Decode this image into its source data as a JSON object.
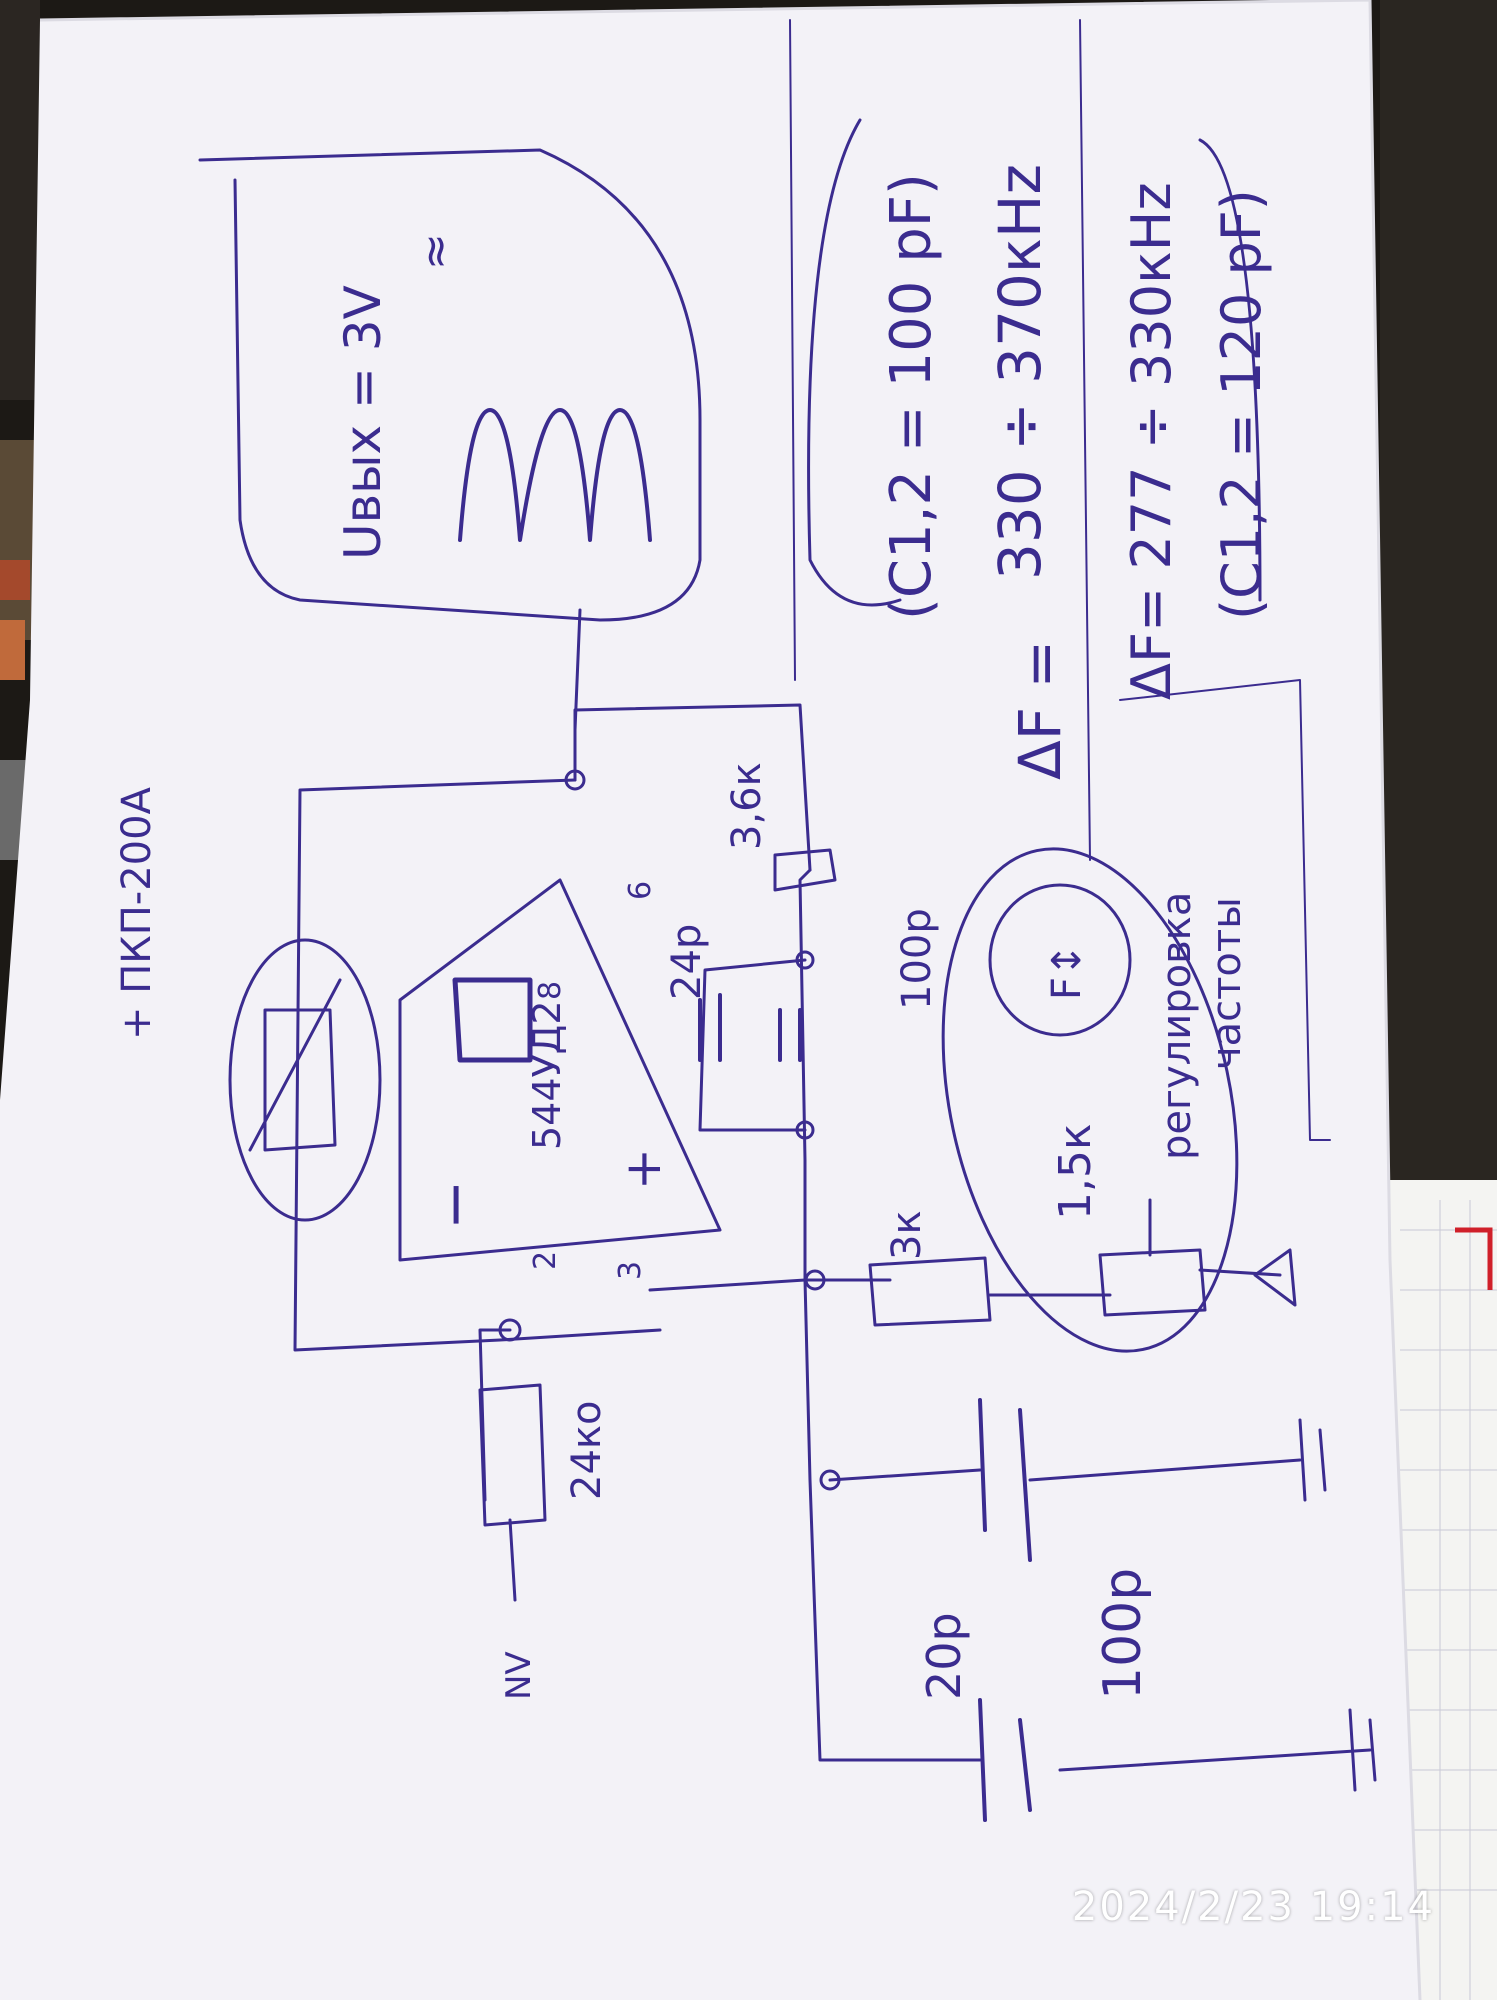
{
  "photo": {
    "timestamp": "2024/2/23  19:14",
    "ink_color": "#3b2c8f",
    "paper_color": "#f3f2f7"
  },
  "schematic": {
    "labels": {
      "sensor": "+ ПКП-200А",
      "opamp": "544УД2",
      "pin2": "2",
      "pin3": "3",
      "pin6": "6",
      "pin8": "8",
      "minus": "−",
      "plus": "+",
      "r_input": "24ко",
      "r_feedback": "3,6к",
      "r_bias": "3к",
      "r_trim": "1,5к",
      "c_feedback": "24р",
      "c_feedback2": "100р",
      "c_ground": "100р",
      "c_series": "20р",
      "input_mark": "NV",
      "tune_label": "регулировка",
      "tune_label2": "частоты",
      "tune_mark": "F↕"
    },
    "waveform": {
      "amplitude": "Uвых = 3V",
      "approx": "≈"
    },
    "notes": {
      "line1": "(C1,2 = 100 pF)",
      "line2": "330 ÷ 370кНz",
      "delta": "ΔF =",
      "line3": "ΔF= 277 ÷ 330кНz",
      "line4": "(C1,2 = 120 pF)"
    }
  }
}
